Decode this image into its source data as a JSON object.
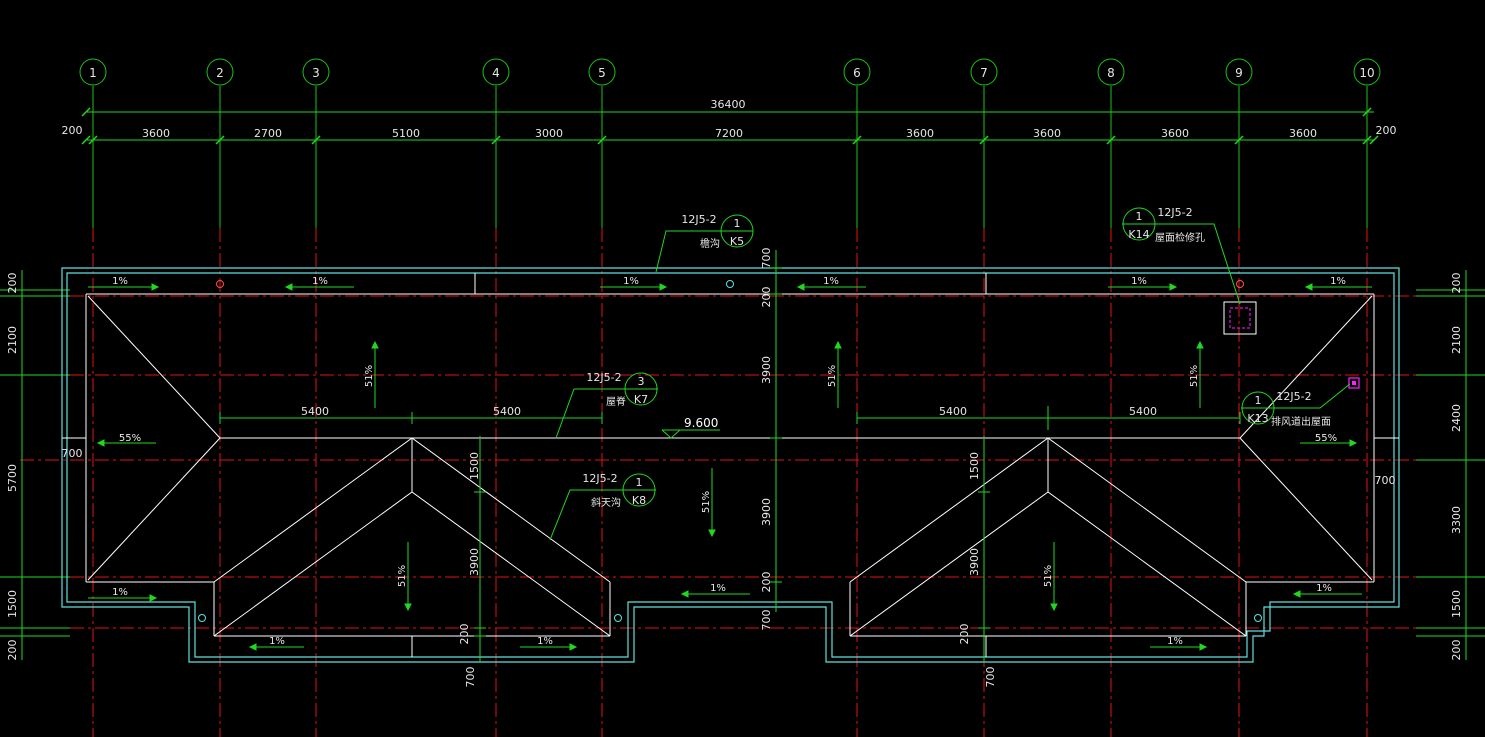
{
  "colors": {
    "background": "#000000",
    "axis_line": "#19c219",
    "dimension": "#1fd81f",
    "centerline": "#e01515",
    "outline": "#5fe0e0",
    "ridge": "#ffffff",
    "text": "#e6e6e6",
    "marker_magenta": "#ff20ff"
  },
  "axes": [
    "1",
    "2",
    "3",
    "4",
    "5",
    "6",
    "7",
    "8",
    "9",
    "10"
  ],
  "dimensions": {
    "overall": "36400",
    "end_left": "200",
    "end_right": "200",
    "bays": [
      "3600",
      "2700",
      "5100",
      "3000",
      "7200",
      "3600",
      "3600",
      "3600",
      "3600"
    ],
    "left_side": [
      "200",
      "2100",
      "5700",
      "1500",
      "200"
    ],
    "right_side": [
      "200",
      "2100",
      "2400",
      "3300",
      "1500",
      "200"
    ],
    "middle_vertical": [
      "700",
      "200",
      "3900",
      "3900",
      "200",
      "700"
    ],
    "ridge_spans": [
      "5400",
      "5400",
      "5400",
      "5400"
    ],
    "dormer_left": [
      "1500",
      "3900",
      "200",
      "700"
    ],
    "dormer_right": [
      "1500",
      "3900",
      "200",
      "700"
    ],
    "overhang_left": "700",
    "overhang_right": "700"
  },
  "slopes": {
    "gutter": "1%",
    "roof": "51%",
    "hip": "55%"
  },
  "elevation": "9.600",
  "callouts": [
    {
      "ref": "12J5-2",
      "num": "1",
      "detail": "K5",
      "note": "檐沟"
    },
    {
      "ref": "12J5-2",
      "num": "1",
      "detail": "K14",
      "note": "屋面检修孔"
    },
    {
      "ref": "12J5-2",
      "num": "3",
      "detail": "K7",
      "note": "屋脊"
    },
    {
      "ref": "12J5-2",
      "num": "1",
      "detail": "K13",
      "note": "排风道出屋面"
    },
    {
      "ref": "12J5-2",
      "num": "1",
      "detail": "K8",
      "note": "斜天沟"
    }
  ]
}
